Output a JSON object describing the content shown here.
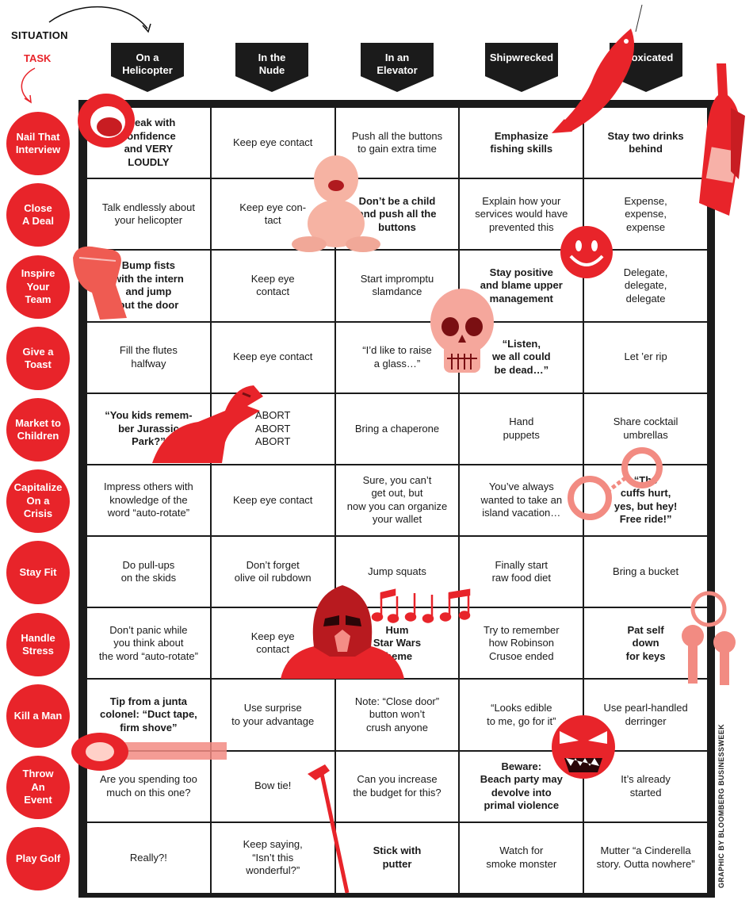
{
  "axis_labels": {
    "situation": "SITUATION",
    "task": "TASK"
  },
  "columns": [
    "On a\nHelicopter",
    "In the\nNude",
    "In an\nElevator",
    "Shipwrecked",
    "Intoxicated"
  ],
  "rows": [
    {
      "task": "Nail That\nInterview",
      "cells": [
        {
          "text": "Speak with\nconfidence\nand VERY\nLOUDLY",
          "bold": true
        },
        {
          "text": "Keep eye contact",
          "bold": false
        },
        {
          "text": "Push all the buttons\nto gain extra time",
          "bold": false
        },
        {
          "text": "Emphasize\nfishing skills",
          "bold": true
        },
        {
          "text": "Stay two drinks\nbehind",
          "bold": true
        }
      ]
    },
    {
      "task": "Close\nA Deal",
      "cells": [
        {
          "text": "Talk endlessly about\nyour helicopter",
          "bold": false
        },
        {
          "text": "Keep eye con-\ntact",
          "bold": false
        },
        {
          "text": "Don’t be a child\nand push all the\nbuttons",
          "bold": true
        },
        {
          "text": "Explain how your\nservices would have\nprevented this",
          "bold": false
        },
        {
          "text": "Expense,\nexpense,\nexpense",
          "bold": false
        }
      ]
    },
    {
      "task": "Inspire\nYour\nTeam",
      "cells": [
        {
          "text": "Bump fists\nwith the intern\nand jump\nout the door",
          "bold": true
        },
        {
          "text": "Keep eye\ncontact",
          "bold": false
        },
        {
          "text": "Start impromptu\nslamdance",
          "bold": false
        },
        {
          "text": "Stay positive\nand blame upper\nmanagement",
          "bold": true
        },
        {
          "text": "Delegate,\ndelegate,\ndelegate",
          "bold": false
        }
      ]
    },
    {
      "task": "Give a\nToast",
      "cells": [
        {
          "text": "Fill the flutes\nhalfway",
          "bold": false
        },
        {
          "text": "Keep eye contact",
          "bold": false
        },
        {
          "text": "“I’d like to raise\na glass…”",
          "bold": false
        },
        {
          "text": "“Listen,\nwe all could\nbe dead…”",
          "bold": true
        },
        {
          "text": "Let ’er rip",
          "bold": false
        }
      ]
    },
    {
      "task": "Market to\nChildren",
      "cells": [
        {
          "text": "“You kids remem-\nber Jurassic\nPark?”",
          "bold": true
        },
        {
          "text": "ABORT\nABORT\nABORT",
          "bold": false
        },
        {
          "text": "Bring a chaperone",
          "bold": false
        },
        {
          "text": "Hand\npuppets",
          "bold": false
        },
        {
          "text": "Share cocktail\numbrellas",
          "bold": false
        }
      ]
    },
    {
      "task": "Capitalize\nOn a\nCrisis",
      "cells": [
        {
          "text": "Impress others with\nknowledge of the\nword “auto-rotate”",
          "bold": false
        },
        {
          "text": "Keep eye contact",
          "bold": false
        },
        {
          "text": "Sure, you can’t\nget out, but\nnow you can organize\nyour wallet",
          "bold": false
        },
        {
          "text": "You’ve always\nwanted to take an\nisland vacation…",
          "bold": false
        },
        {
          "text": "“The\ncuffs hurt,\nyes, but hey!\nFree ride!”",
          "bold": true
        }
      ]
    },
    {
      "task": "Stay Fit",
      "cells": [
        {
          "text": "Do pull-ups\non the skids",
          "bold": false
        },
        {
          "text": "Don’t forget\nolive oil rubdown",
          "bold": false
        },
        {
          "text": "Jump squats",
          "bold": false
        },
        {
          "text": "Finally start\nraw food diet",
          "bold": false
        },
        {
          "text": "Bring a bucket",
          "bold": false
        }
      ]
    },
    {
      "task": "Handle\nStress",
      "cells": [
        {
          "text": "Don’t panic while\nyou think about\nthe word “auto-rotate”",
          "bold": false
        },
        {
          "text": "Keep eye\ncontact",
          "bold": false
        },
        {
          "text": "Hum\nStar Wars\ntheme",
          "bold": true
        },
        {
          "text": "Try to remember\nhow Robinson\nCrusoe ended",
          "bold": false
        },
        {
          "text": "Pat self\ndown\nfor keys",
          "bold": true
        }
      ]
    },
    {
      "task": "Kill a Man",
      "cells": [
        {
          "text": "Tip from a junta\ncolonel: “Duct tape,\nfirm shove”",
          "bold": true
        },
        {
          "text": "Use surprise\nto your advantage",
          "bold": false
        },
        {
          "text": "Note: “Close door”\nbutton won’t\ncrush anyone",
          "bold": false
        },
        {
          "text": "“Looks edible\nto me, go for it”",
          "bold": false
        },
        {
          "text": "Use pearl-handled\nderringer",
          "bold": false
        }
      ]
    },
    {
      "task": "Throw\nAn\nEvent",
      "cells": [
        {
          "text": "Are you spending too\nmuch on this one?",
          "bold": false
        },
        {
          "text": "Bow tie!",
          "bold": false
        },
        {
          "text": "Can you increase\nthe budget for this?",
          "bold": false
        },
        {
          "text": "Beware:\nBeach party may\ndevolve into\nprimal violence",
          "bold": true
        },
        {
          "text": "It’s already\nstarted",
          "bold": false
        }
      ]
    },
    {
      "task": "Play Golf",
      "cells": [
        {
          "text": "Really?!",
          "bold": false
        },
        {
          "text": "Keep saying,\n“Isn’t this\nwonderful?”",
          "bold": false
        },
        {
          "text": "Stick with\nputter",
          "bold": true
        },
        {
          "text": "Watch for\nsmoke monster",
          "bold": false
        },
        {
          "text": "Mutter “a Cinderella\nstory. Outta nowhere”",
          "bold": false
        }
      ]
    }
  ],
  "credit": "GRAPHIC BY BLOOMBERG BUSINESSWEEK",
  "colors": {
    "accent": "#e8242a",
    "ink": "#1b1b1b",
    "background": "#ffffff"
  },
  "decorations": [
    "mouth-icon",
    "baby-icon",
    "smiley-icon",
    "fist-icon",
    "skull-icon",
    "dinosaur-icon",
    "handcuffs-icon",
    "vader-icon",
    "music-notes-icon",
    "keys-icon",
    "tape-icon",
    "angry-face-icon",
    "putter-icon",
    "fish-icon",
    "bottle-icon"
  ]
}
